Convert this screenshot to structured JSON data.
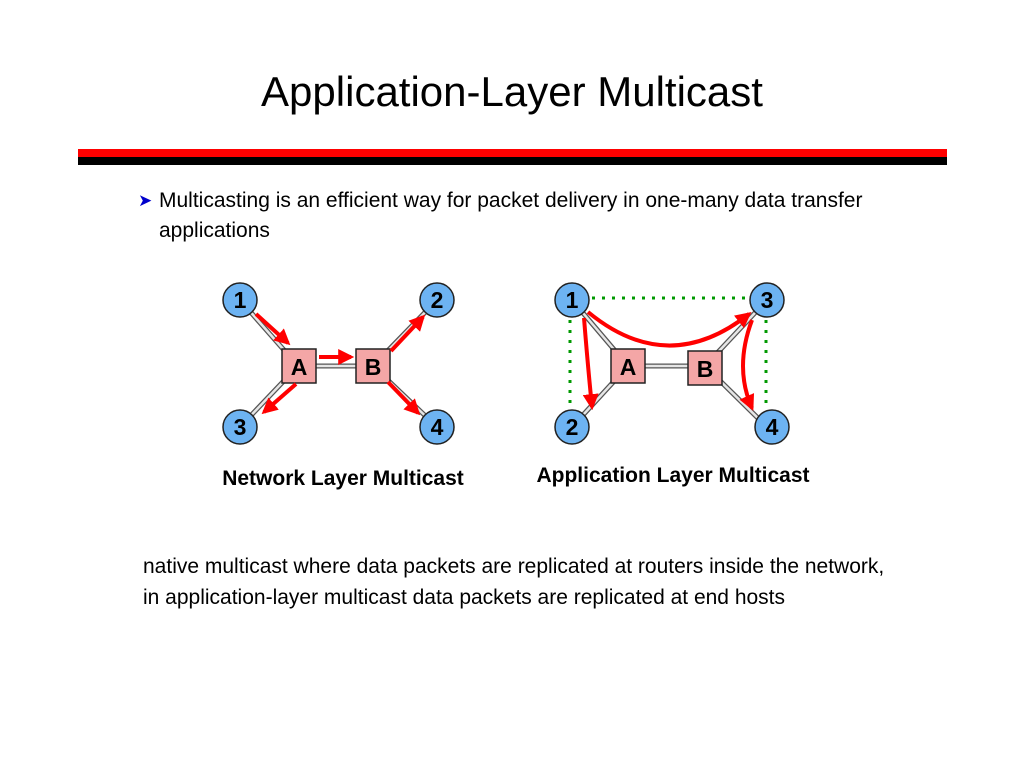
{
  "slide": {
    "title": "Application-Layer Multicast",
    "bullet": "Multicasting is an efficient way for packet delivery in one-many data transfer applications",
    "body": "native multicast where data packets are replicated at routers inside the network, in application-layer multicast data packets are replicated at end hosts"
  },
  "diagrams": {
    "network": {
      "caption": "Network Layer Multicast",
      "hosts": [
        "1",
        "2",
        "3",
        "4"
      ],
      "routers": [
        "A",
        "B"
      ]
    },
    "application": {
      "caption": "Application Layer Multicast",
      "hosts": [
        "1",
        "3",
        "2",
        "4"
      ],
      "routers": [
        "A",
        "B"
      ]
    }
  },
  "colors": {
    "host_fill": "#6db3f2",
    "router_fill": "#f4a6a6",
    "arrow": "#ff0000",
    "overlay_link": "#009900",
    "rule_top": "#ff0000",
    "rule_bottom": "#000000",
    "bullet_marker": "#0000cc"
  },
  "icons": {
    "bullet": "arrowhead-bullet-icon"
  }
}
